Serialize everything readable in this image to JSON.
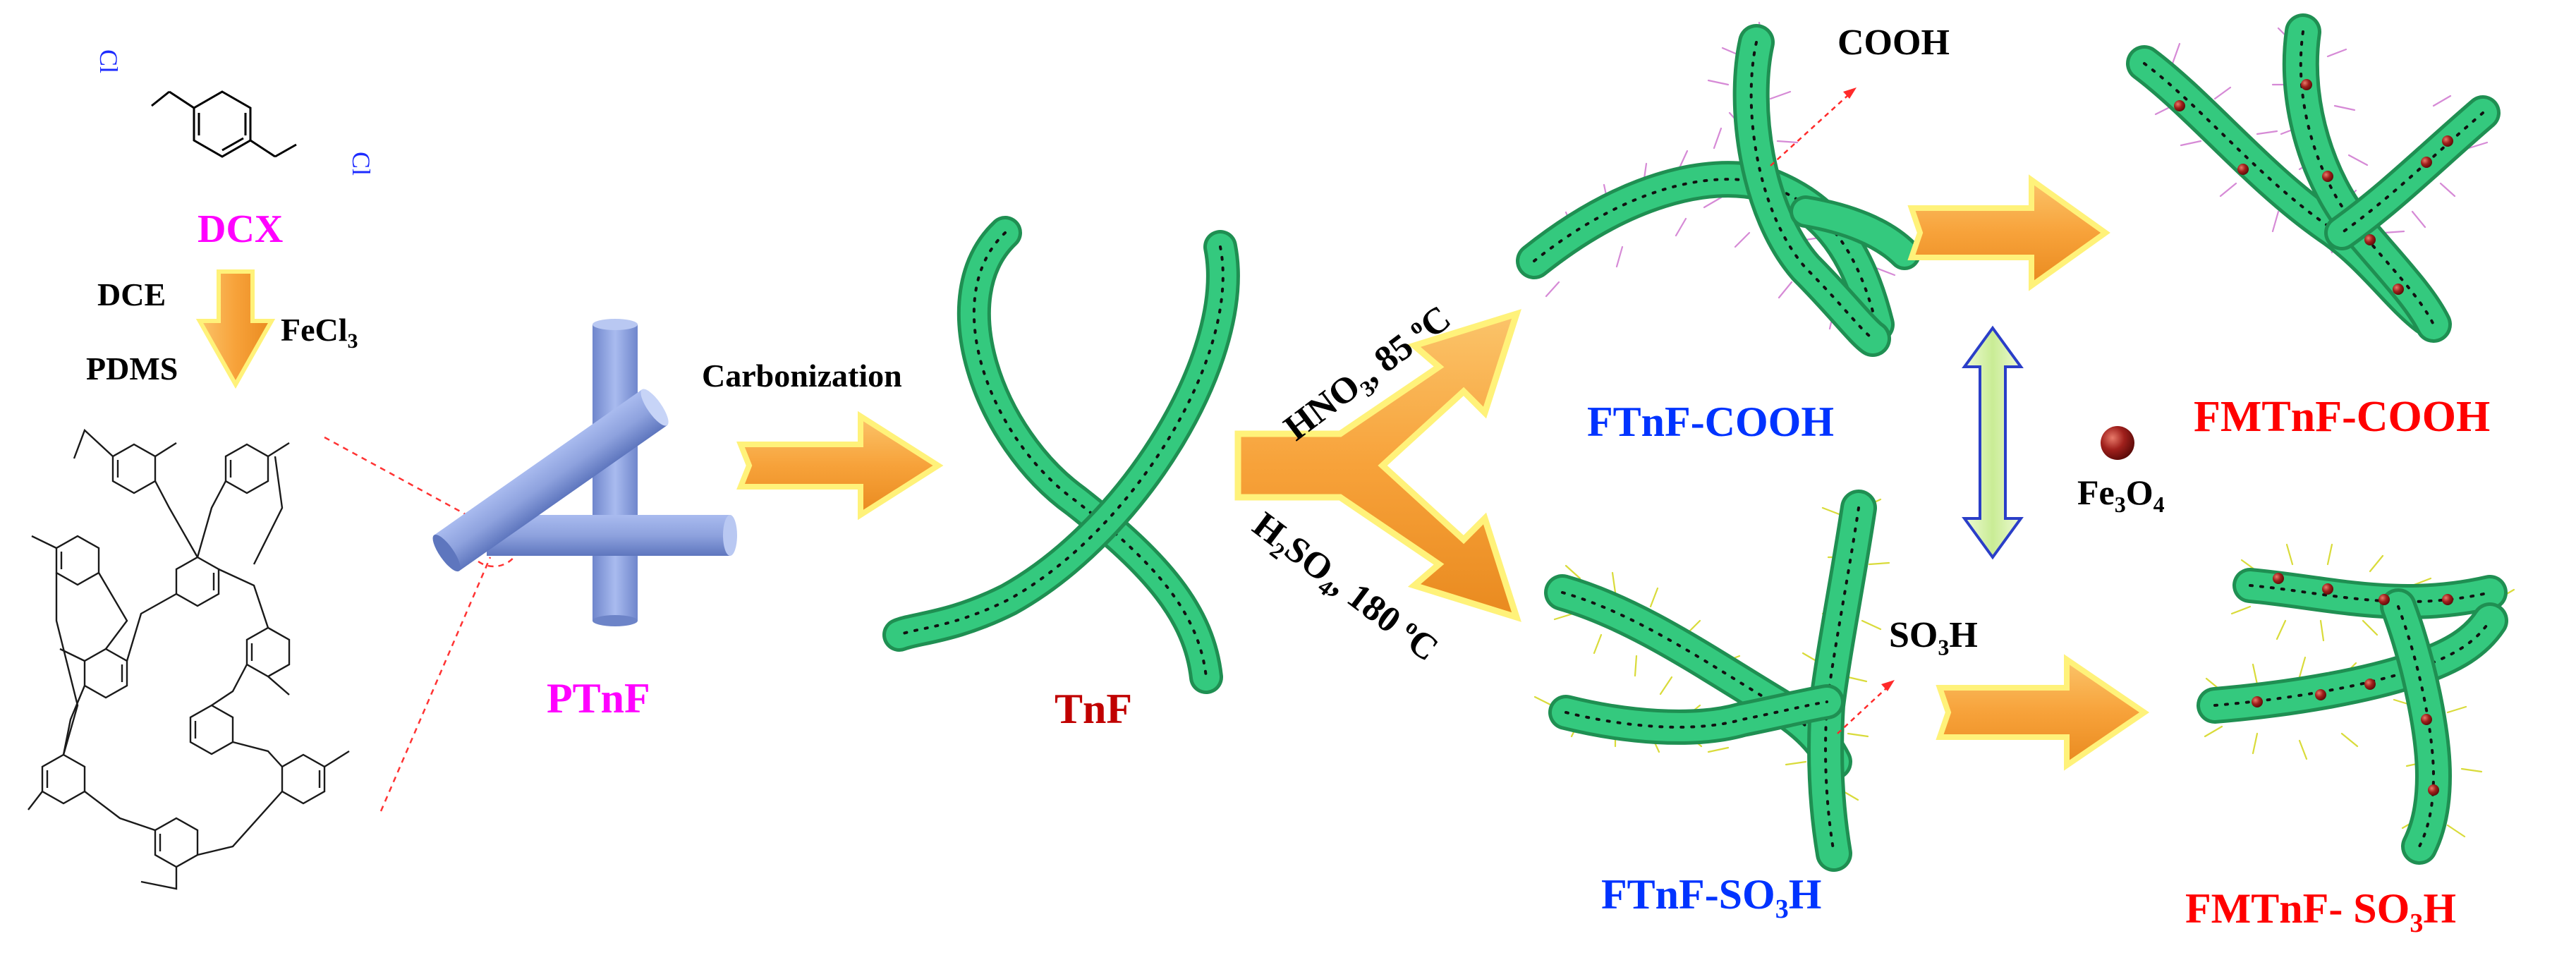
{
  "molecule": {
    "substituent_top": "Cl",
    "substituent_bottom": "Cl"
  },
  "labels": {
    "dcx": "DCX",
    "dce": "DCE",
    "pdms": "PDMS",
    "fecl3_main": "FeCl",
    "fecl3_sub": "3",
    "carbonization": "Carbonization",
    "ptnf": "PTnF",
    "tnf": "TnF",
    "hno3_a": "HNO",
    "hno3_sub": "3",
    "hno3_b": ", 85 ",
    "hno3_deg": "o",
    "hno3_c": "C",
    "h2so4_a": "H",
    "h2so4_sub1": "2",
    "h2so4_b": "SO",
    "h2so4_sub2": "4",
    "h2so4_c": ", 180 ",
    "h2so4_deg": "o",
    "h2so4_d": "C",
    "cooh": "COOH",
    "ftnf_cooh": "FTnF-COOH",
    "so3h_a": "SO",
    "so3h_sub": "3",
    "so3h_b": "H",
    "ftnf_so3h_a": "FTnF-SO",
    "ftnf_so3h_sub": "3",
    "ftnf_so3h_b": "H",
    "fe3o4_a": "Fe",
    "fe3o4_sub1": "3",
    "fe3o4_b": "O",
    "fe3o4_sub2": "4",
    "fmtnf_cooh": "FMTnF-COOH",
    "fmtnf_so3h_a": "FMTnF- SO",
    "fmtnf_so3h_sub": "3",
    "fmtnf_so3h_b": "H"
  },
  "colors": {
    "magenta": "#ff00ff",
    "blue": "#0033ff",
    "dark_red": "#c00000",
    "red": "#ff0000",
    "arrow_orange": "#f9a93b",
    "arrow_glow": "#fff27a",
    "fiber_green": "#2fbf73",
    "rod_blue": "#8fa3dd",
    "double_arrow_fill": "#d9f2b0",
    "double_arrow_stroke": "#2a3ec8",
    "fe3o4_ball": "#a0201c"
  }
}
